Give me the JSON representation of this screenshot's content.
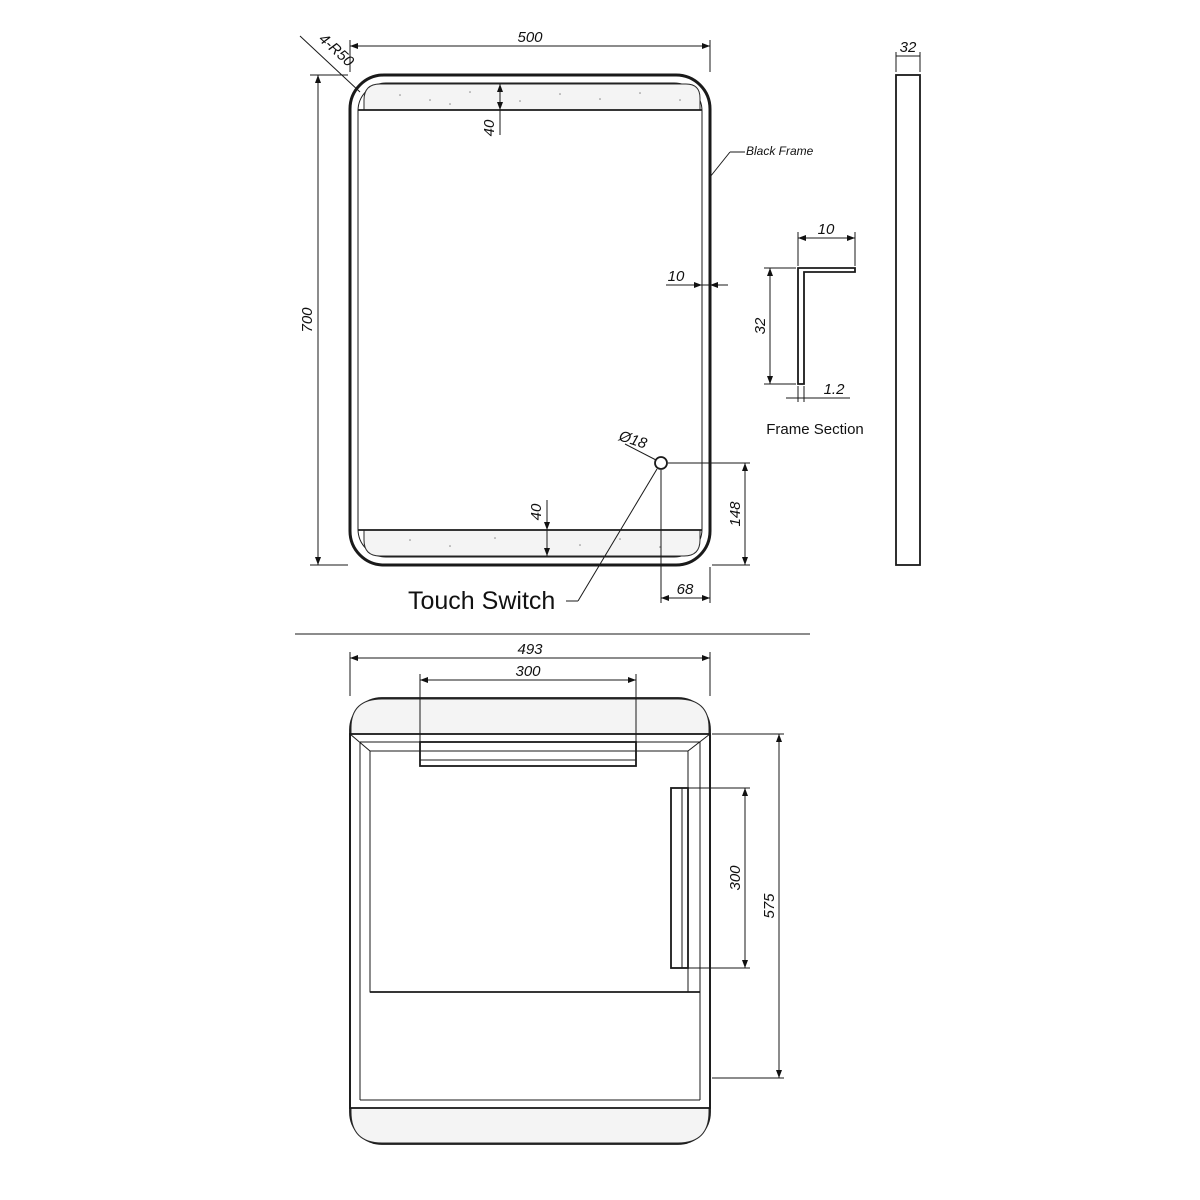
{
  "front_view": {
    "width_dim": "500",
    "height_dim": "700",
    "corner_radius_dim": "4-R50",
    "top_band_dim": "40",
    "bottom_band_dim": "40",
    "frame_inset_dim": "10",
    "frame_callout": "Black Frame",
    "switch_diameter_dim": "Ø18",
    "switch_height_dim": "148",
    "switch_offset_dim": "68",
    "switch_label": "Touch Switch"
  },
  "side_view": {
    "depth_dim": "32"
  },
  "frame_section": {
    "flange_dim": "10",
    "height_dim": "32",
    "thickness_dim": "1.2",
    "label": "Frame Section"
  },
  "back_view": {
    "width_dim": "493",
    "top_module_dim": "300",
    "side_module_dim": "300",
    "height_dim": "575"
  }
}
